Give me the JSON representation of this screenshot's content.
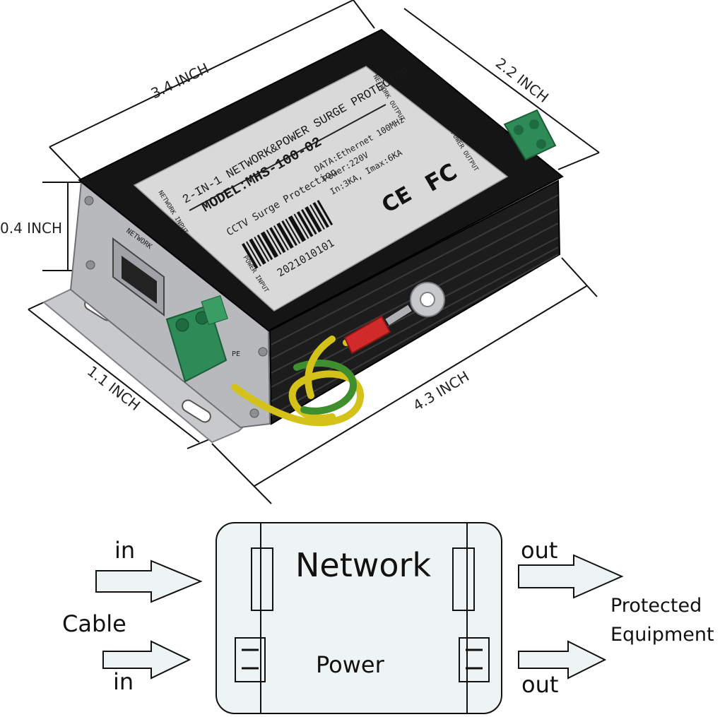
{
  "dimensions": {
    "length_top": "3.4 INCH",
    "depth": "2.2 INCH",
    "height": "0.4 INCH",
    "width_side": "1.1 INCH",
    "length_bottom": "4.3 INCH"
  },
  "device_label": {
    "title": "2-IN-1 NETWORK&POWER SURGE PROTECTOR",
    "model": "MODEL:MHS-100-02",
    "data_spec": "DATA:Ethernet 100MHz",
    "power_spec": "Power:220V",
    "current_spec": "In:3KA, Imax:6KA",
    "protection": "CCTV Surge Protection",
    "serial": "2021010101",
    "ce": "CE",
    "fc": "FC",
    "network_input": "NETWORK INPUT",
    "power_input": "POWER INPUT",
    "network_output": "NETWORK OUTPUT",
    "power_output": "POWER OUTPUT",
    "port_label": "NETWORK",
    "pe_label": "PE"
  },
  "diagram": {
    "network_label": "Network",
    "power_label": "Power",
    "in_top": "in",
    "in_bottom": "in",
    "cable": "Cable",
    "out_top": "out",
    "out_bottom": "out",
    "protected": "Protected",
    "equipment": "Equipment"
  },
  "colors": {
    "housing": "#151515",
    "label_bg": "#d9d9d9",
    "terminal": "#2e8b57",
    "wire_yellow": "#d4c21a",
    "wire_green": "#3f8f2f",
    "ring_lug": "#d12a2a",
    "arrow_fill": "#eef4f4"
  }
}
